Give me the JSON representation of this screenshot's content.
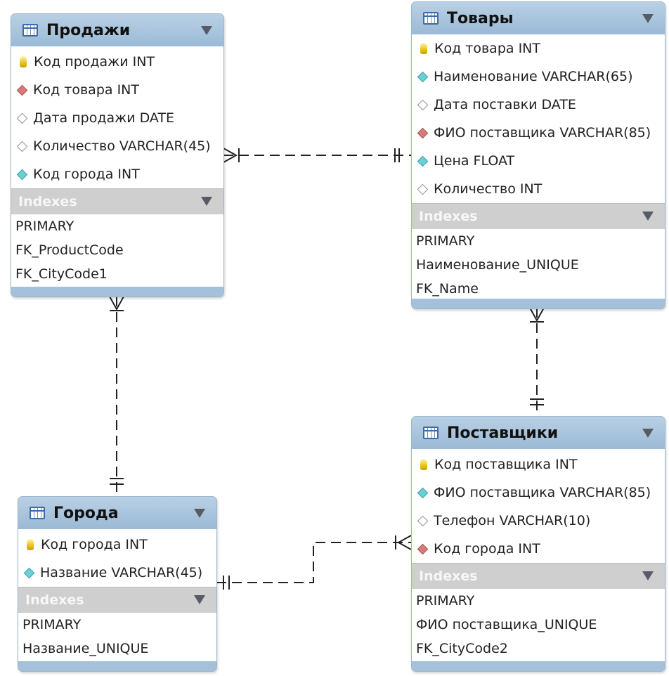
{
  "tables": {
    "prodazhi": {
      "title": "Продажи",
      "indexes_label": "Indexes",
      "fields": [
        {
          "label": "Код продажи INT",
          "icon": "primary-key-icon"
        },
        {
          "label": "Код товара INT",
          "icon": "foreign-key-icon"
        },
        {
          "label": "Дата продажи DATE",
          "icon": "nullable-column-icon"
        },
        {
          "label": "Количество VARCHAR(45)",
          "icon": "nullable-column-icon"
        },
        {
          "label": "Код города INT",
          "icon": "not-null-column-icon"
        }
      ],
      "indexes": [
        "PRIMARY",
        "FK_ProductCode",
        "FK_CityCode1"
      ]
    },
    "tovary": {
      "title": "Товары",
      "indexes_label": "Indexes",
      "fields": [
        {
          "label": "Код товара INT",
          "icon": "primary-key-icon"
        },
        {
          "label": "Наименование VARCHAR(65)",
          "icon": "not-null-column-icon"
        },
        {
          "label": "Дата поставки DATE",
          "icon": "nullable-column-icon"
        },
        {
          "label": "ФИО поставщика VARCHAR(85)",
          "icon": "foreign-key-icon"
        },
        {
          "label": "Цена FLOAT",
          "icon": "not-null-column-icon"
        },
        {
          "label": "Количество INT",
          "icon": "nullable-column-icon"
        }
      ],
      "indexes": [
        "PRIMARY",
        "Наименование_UNIQUE",
        "FK_Name"
      ]
    },
    "goroda": {
      "title": "Города",
      "indexes_label": "Indexes",
      "fields": [
        {
          "label": "Код города INT",
          "icon": "primary-key-icon"
        },
        {
          "label": "Название VARCHAR(45)",
          "icon": "not-null-column-icon"
        }
      ],
      "indexes": [
        "PRIMARY",
        "Название_UNIQUE"
      ]
    },
    "postavshchiki": {
      "title": "Поставщики",
      "indexes_label": "Indexes",
      "fields": [
        {
          "label": "Код поставщика INT",
          "icon": "primary-key-icon"
        },
        {
          "label": "ФИО поставщика VARCHAR(85)",
          "icon": "not-null-column-icon"
        },
        {
          "label": "Телефон VARCHAR(10)",
          "icon": "nullable-column-icon"
        },
        {
          "label": "Код города INT",
          "icon": "foreign-key-icon"
        }
      ],
      "indexes": [
        "PRIMARY",
        "ФИО поставщика_UNIQUE",
        "FK_CityCode2"
      ]
    }
  },
  "relationships": [
    {
      "from": "prodazhi",
      "to": "tovary",
      "from_end": "many",
      "to_end": "one"
    },
    {
      "from": "prodazhi",
      "to": "goroda",
      "from_end": "many",
      "to_end": "one"
    },
    {
      "from": "tovary",
      "to": "postavshchiki",
      "from_end": "many",
      "to_end": "one"
    },
    {
      "from": "postavshchiki",
      "to": "goroda",
      "from_end": "many",
      "to_end": "one"
    }
  ],
  "colors": {
    "header": "#9bbad6",
    "footer": "#a4c0da",
    "indexes_band": "#cfcfcf",
    "primary_key": "#e8c21a",
    "foreign_key": "#d97a7a",
    "not_null": "#6dcfd6",
    "connector": "#222222"
  }
}
